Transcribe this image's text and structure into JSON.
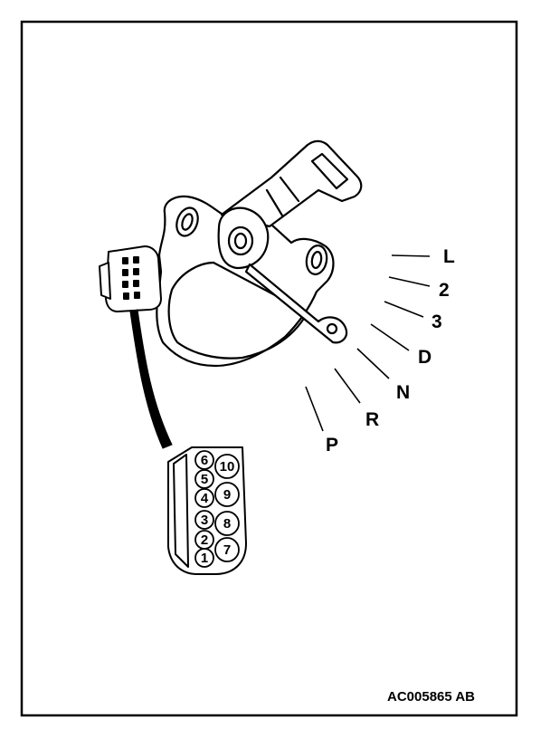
{
  "positions": [
    {
      "id": "L",
      "label": "L"
    },
    {
      "id": "2",
      "label": "2"
    },
    {
      "id": "3",
      "label": "3"
    },
    {
      "id": "D",
      "label": "D"
    },
    {
      "id": "N",
      "label": "N"
    },
    {
      "id": "R",
      "label": "R"
    },
    {
      "id": "P",
      "label": "P"
    }
  ],
  "connector_pins": {
    "left_column": [
      "6",
      "5",
      "4",
      "3",
      "2",
      "1"
    ],
    "right_column": [
      "10",
      "9",
      "8",
      "7"
    ]
  },
  "figure_code": "AC005865 AB"
}
